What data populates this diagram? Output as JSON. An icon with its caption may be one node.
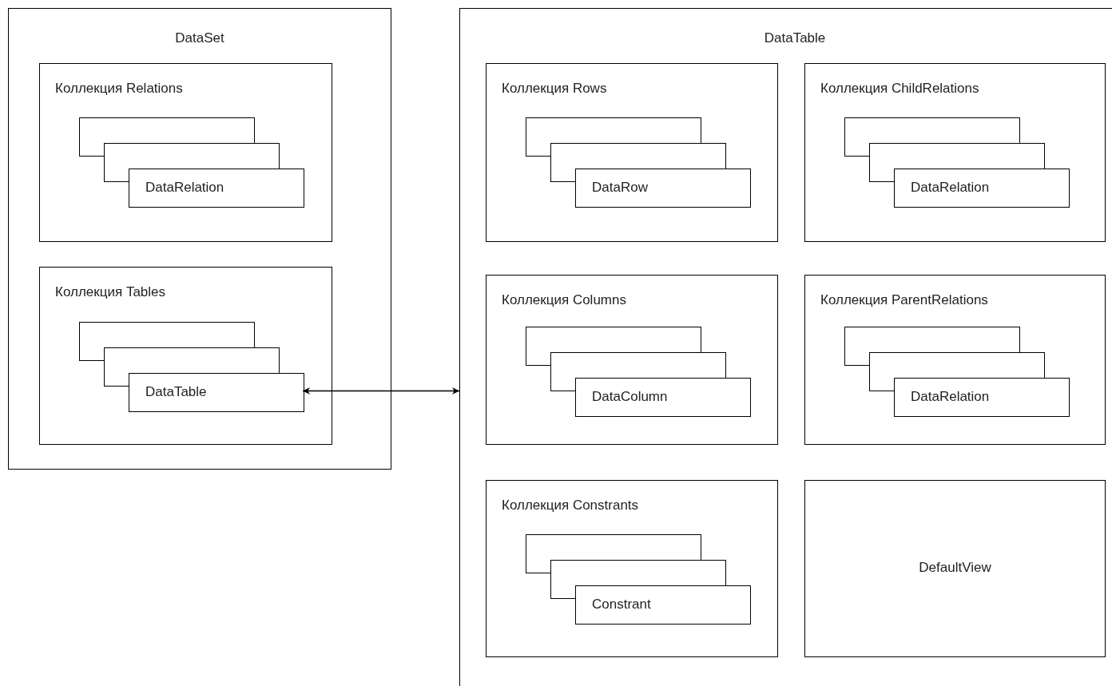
{
  "diagram": {
    "nodes": [
      {
        "text": [
          "DataSet"
        ]
      },
      {
        "text": [
          "Коллекция Relations"
        ],
        "in": 0
      },
      {
        "text": [],
        "shape": "box",
        "in": 1
      },
      {
        "text": [],
        "shape": "box",
        "in": 1
      },
      {
        "text": [
          "DataRelation"
        ],
        "in": 1
      },
      {
        "text": [
          "Коллекция Tables"
        ],
        "in": 0
      },
      {
        "text": [],
        "shape": "box",
        "in": 5
      },
      {
        "text": [],
        "shape": "box",
        "in": 5
      },
      {
        "text": [
          "DataTable"
        ],
        "in": 5
      },
      {
        "text": [
          "DataTable"
        ]
      },
      {
        "text": [
          "Коллекция Rows"
        ],
        "in": 9
      },
      {
        "text": [],
        "shape": "box",
        "in": 10
      },
      {
        "text": [],
        "shape": "box",
        "in": 10
      },
      {
        "text": [
          "DataRow"
        ],
        "in": 10
      },
      {
        "text": [
          "Коллекция ChildRelations"
        ],
        "in": 9
      },
      {
        "text": [],
        "shape": "box",
        "in": 14
      },
      {
        "text": [],
        "shape": "box",
        "in": 14
      },
      {
        "text": [
          "DataRelation"
        ],
        "in": 14
      },
      {
        "text": [
          "Коллекция Columns"
        ],
        "in": 9
      },
      {
        "text": [],
        "shape": "box",
        "in": 18
      },
      {
        "text": [],
        "shape": "box",
        "in": 18
      },
      {
        "text": [
          "DataColumn"
        ],
        "in": 18
      },
      {
        "text": [
          "Коллекция ParentRelations"
        ],
        "in": 9
      },
      {
        "text": [],
        "shape": "box",
        "in": 22
      },
      {
        "text": [],
        "shape": "box",
        "in": 22
      },
      {
        "text": [
          "DataRelation"
        ],
        "in": 22
      },
      {
        "text": [
          "Коллекция Constrants"
        ],
        "in": 9
      },
      {
        "text": [],
        "shape": "box",
        "in": 26
      },
      {
        "text": [],
        "shape": "box",
        "in": 26
      },
      {
        "text": [
          "Constrant"
        ],
        "in": 26
      },
      {
        "text": [
          "DefaultView"
        ],
        "in": 9
      }
    ],
    "edges": [
      {
        "from": 8,
        "to": 9,
        "arrow": "both"
      }
    ]
  }
}
